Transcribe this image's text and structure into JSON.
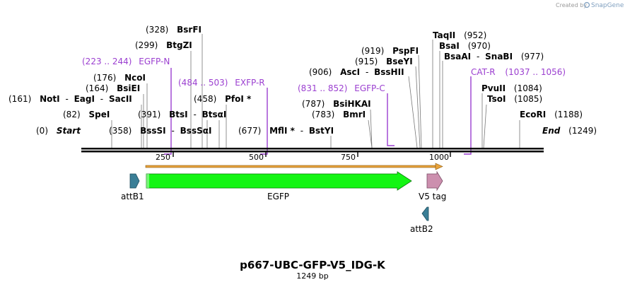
{
  "credit": {
    "prefix": "Created by",
    "brand": "SnapGene"
  },
  "sequence": {
    "name": "p667-UBC-GFP-V5_IDG-K",
    "length_label": "1249 bp",
    "length": 1249
  },
  "ruler": {
    "ticks": [
      "250",
      "500",
      "750",
      "1000"
    ]
  },
  "ends": {
    "start": {
      "pos": "(0)",
      "label": "Start"
    },
    "end": {
      "pos": "(1249)",
      "label": "End"
    }
  },
  "sites": [
    {
      "pos": "(161)",
      "parts": [
        "NotI",
        "EagI",
        "SacII"
      ]
    },
    {
      "pos": "(82)",
      "parts": [
        "SpeI"
      ]
    },
    {
      "pos": "(164)",
      "parts": [
        "BsiEI"
      ]
    },
    {
      "pos": "(176)",
      "parts": [
        "NcoI"
      ]
    },
    {
      "pos": "(299)",
      "parts": [
        "BtgZI"
      ]
    },
    {
      "pos": "(328)",
      "parts": [
        "BsrFI"
      ]
    },
    {
      "pos": "(358)",
      "parts": [
        "BssSI",
        "BssSαI"
      ]
    },
    {
      "pos": "(391)",
      "parts": [
        "BtsI",
        "BtsαI"
      ]
    },
    {
      "pos": "(458)",
      "parts": [
        "PfoI *"
      ]
    },
    {
      "pos": "(677)",
      "parts": [
        "MflI *",
        "BstYI"
      ]
    },
    {
      "pos": "(783)",
      "parts": [
        "BmrI"
      ]
    },
    {
      "pos": "(787)",
      "parts": [
        "BsiHKAI"
      ]
    },
    {
      "pos": "(906)",
      "parts": [
        "AscI",
        "BssHII"
      ]
    },
    {
      "pos": "(915)",
      "parts": [
        "BseYI"
      ]
    },
    {
      "pos": "(919)",
      "parts": [
        "PspFI"
      ]
    },
    {
      "pos": "(952)",
      "parts": [
        "TaqII"
      ]
    },
    {
      "pos": "(970)",
      "parts": [
        "BsaI"
      ]
    },
    {
      "pos": "(977)",
      "parts": [
        "BsaAI",
        "SnaBI"
      ]
    },
    {
      "pos": "(1084)",
      "parts": [
        "PvuII"
      ]
    },
    {
      "pos": "(1085)",
      "parts": [
        "TsoI"
      ]
    },
    {
      "pos": "(1188)",
      "parts": [
        "EcoRI"
      ]
    }
  ],
  "primers": [
    {
      "range": "(223 .. 244)",
      "name": "EGFP-N"
    },
    {
      "range": "(484 .. 503)",
      "name": "EXFP-R"
    },
    {
      "range": "(831 .. 852)",
      "name": "EGFP-C"
    },
    {
      "range": "(1037 .. 1056)",
      "name": "CAT-R"
    }
  ],
  "features": [
    {
      "name": "attB1",
      "color": "#3a7e96",
      "direction": "forward"
    },
    {
      "name": "EGFP",
      "color": "#14f514",
      "direction": "forward"
    },
    {
      "name": "V5 tag",
      "color": "#cc8fae",
      "direction": "forward"
    },
    {
      "name": "attB2",
      "color": "#3a7e96",
      "direction": "reverse"
    }
  ],
  "orf": {
    "color": "#e8a33c",
    "direction": "forward"
  },
  "colors": {
    "primer": "#9b3fd0",
    "backbone": "#000000"
  }
}
